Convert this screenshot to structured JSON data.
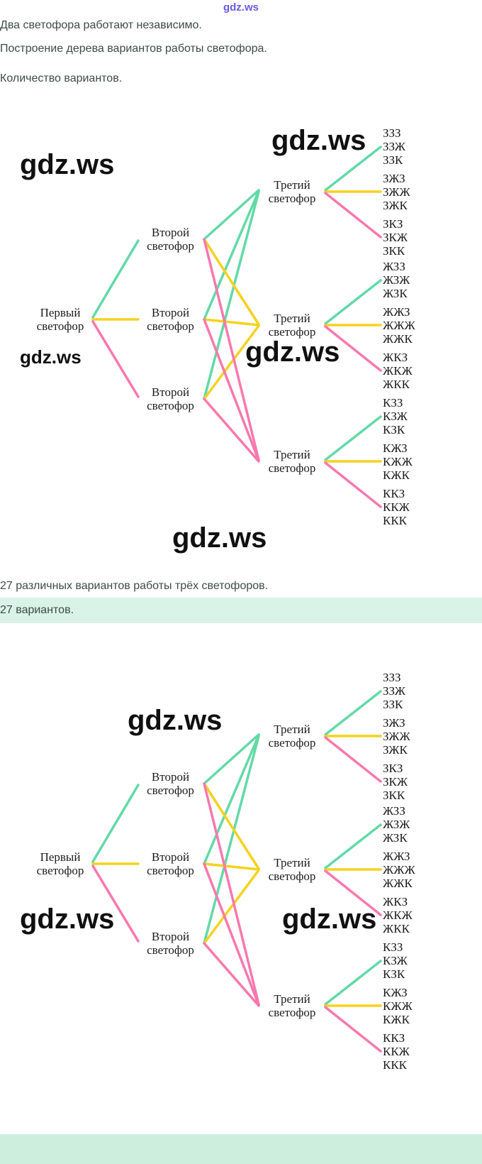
{
  "watermark": {
    "text": "gdz.ws"
  },
  "intro": {
    "line1": "Два светофора работают независимо.",
    "line2": "Построение дерева вариантов работы светофора.",
    "line3": "Количество вариантов."
  },
  "tree": {
    "root": "Первый светофор",
    "second": "Второй светофор",
    "third": "Третий светофор",
    "leaves": [
      [
        "ЗЗЗ",
        "ЗЗЖ",
        "ЗЗК",
        "ЗЖЗ",
        "ЗЖЖ",
        "ЗЖК",
        "ЗКЗ",
        "ЗКЖ",
        "ЗКК"
      ],
      [
        "ЖЗЗ",
        "ЖЗЖ",
        "ЖЗК",
        "ЖЖЗ",
        "ЖЖЖ",
        "ЖЖК",
        "ЖКЗ",
        "ЖКЖ",
        "ЖКК"
      ],
      [
        "КЗЗ",
        "КЗЖ",
        "КЗК",
        "КЖЗ",
        "КЖЖ",
        "КЖК",
        "ККЗ",
        "ККЖ",
        "ККК"
      ]
    ],
    "colors": {
      "green": "#63d9a7",
      "yellow": "#f5d21f",
      "pink": "#f878ae"
    }
  },
  "result": {
    "line1": "27 различных вариантов работы трёх светофоров.",
    "line2": "27 вариантов.",
    "highlight_bg": "#daf3e9"
  },
  "footer": {
    "bg": "#cdeedd"
  }
}
